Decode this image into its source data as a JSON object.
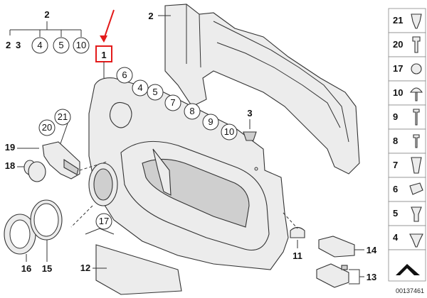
{
  "diagram": {
    "colors": {
      "highlight": "#e31b1b",
      "part_fill": "#ececec",
      "outline": "#333333"
    },
    "highlight_label": "1",
    "top_group": {
      "root": "2",
      "children": [
        "2",
        "3",
        "4",
        "5",
        "10"
      ]
    },
    "panel_callouts": [
      "6",
      "4",
      "5",
      "7",
      "8",
      "9",
      "10"
    ],
    "labels": {
      "carrier": "2",
      "clip": "3",
      "ring_group_21": "21",
      "ring_group_20": "20",
      "handle_19": "19",
      "screw_18": "18",
      "speaker_17": "17",
      "ring_16": "16",
      "ring_15": "15",
      "strip_12": "12",
      "cap_11": "11",
      "bracket_14": "14",
      "light_13": "13"
    },
    "legend": [
      "21",
      "20",
      "17",
      "10",
      "9",
      "8",
      "7",
      "6",
      "5",
      "4"
    ],
    "reference_number": "00137461"
  }
}
